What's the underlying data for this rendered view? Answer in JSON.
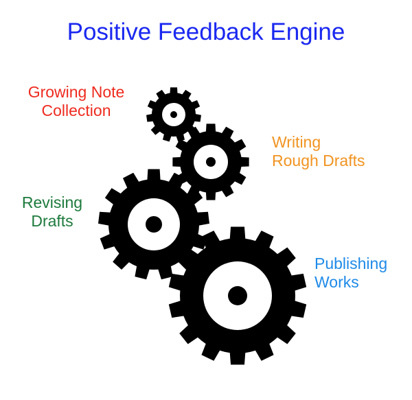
{
  "title": {
    "text": "Positive Feedback Engine",
    "color": "#1a28f0"
  },
  "labels": {
    "growing": {
      "lines": [
        "Growing Note",
        "Collection"
      ],
      "color": "#ee2b1e"
    },
    "writing": {
      "lines": [
        "Writing",
        "Rough Drafts"
      ],
      "color": "#f19421"
    },
    "revising": {
      "lines": [
        "Revising",
        "Drafts"
      ],
      "color": "#1d7a3c"
    },
    "publishing": {
      "lines": [
        "Publishing",
        "Works"
      ],
      "color": "#1f8ae8"
    }
  },
  "gear_color": "#000000",
  "gear_icon": "gear-icon"
}
